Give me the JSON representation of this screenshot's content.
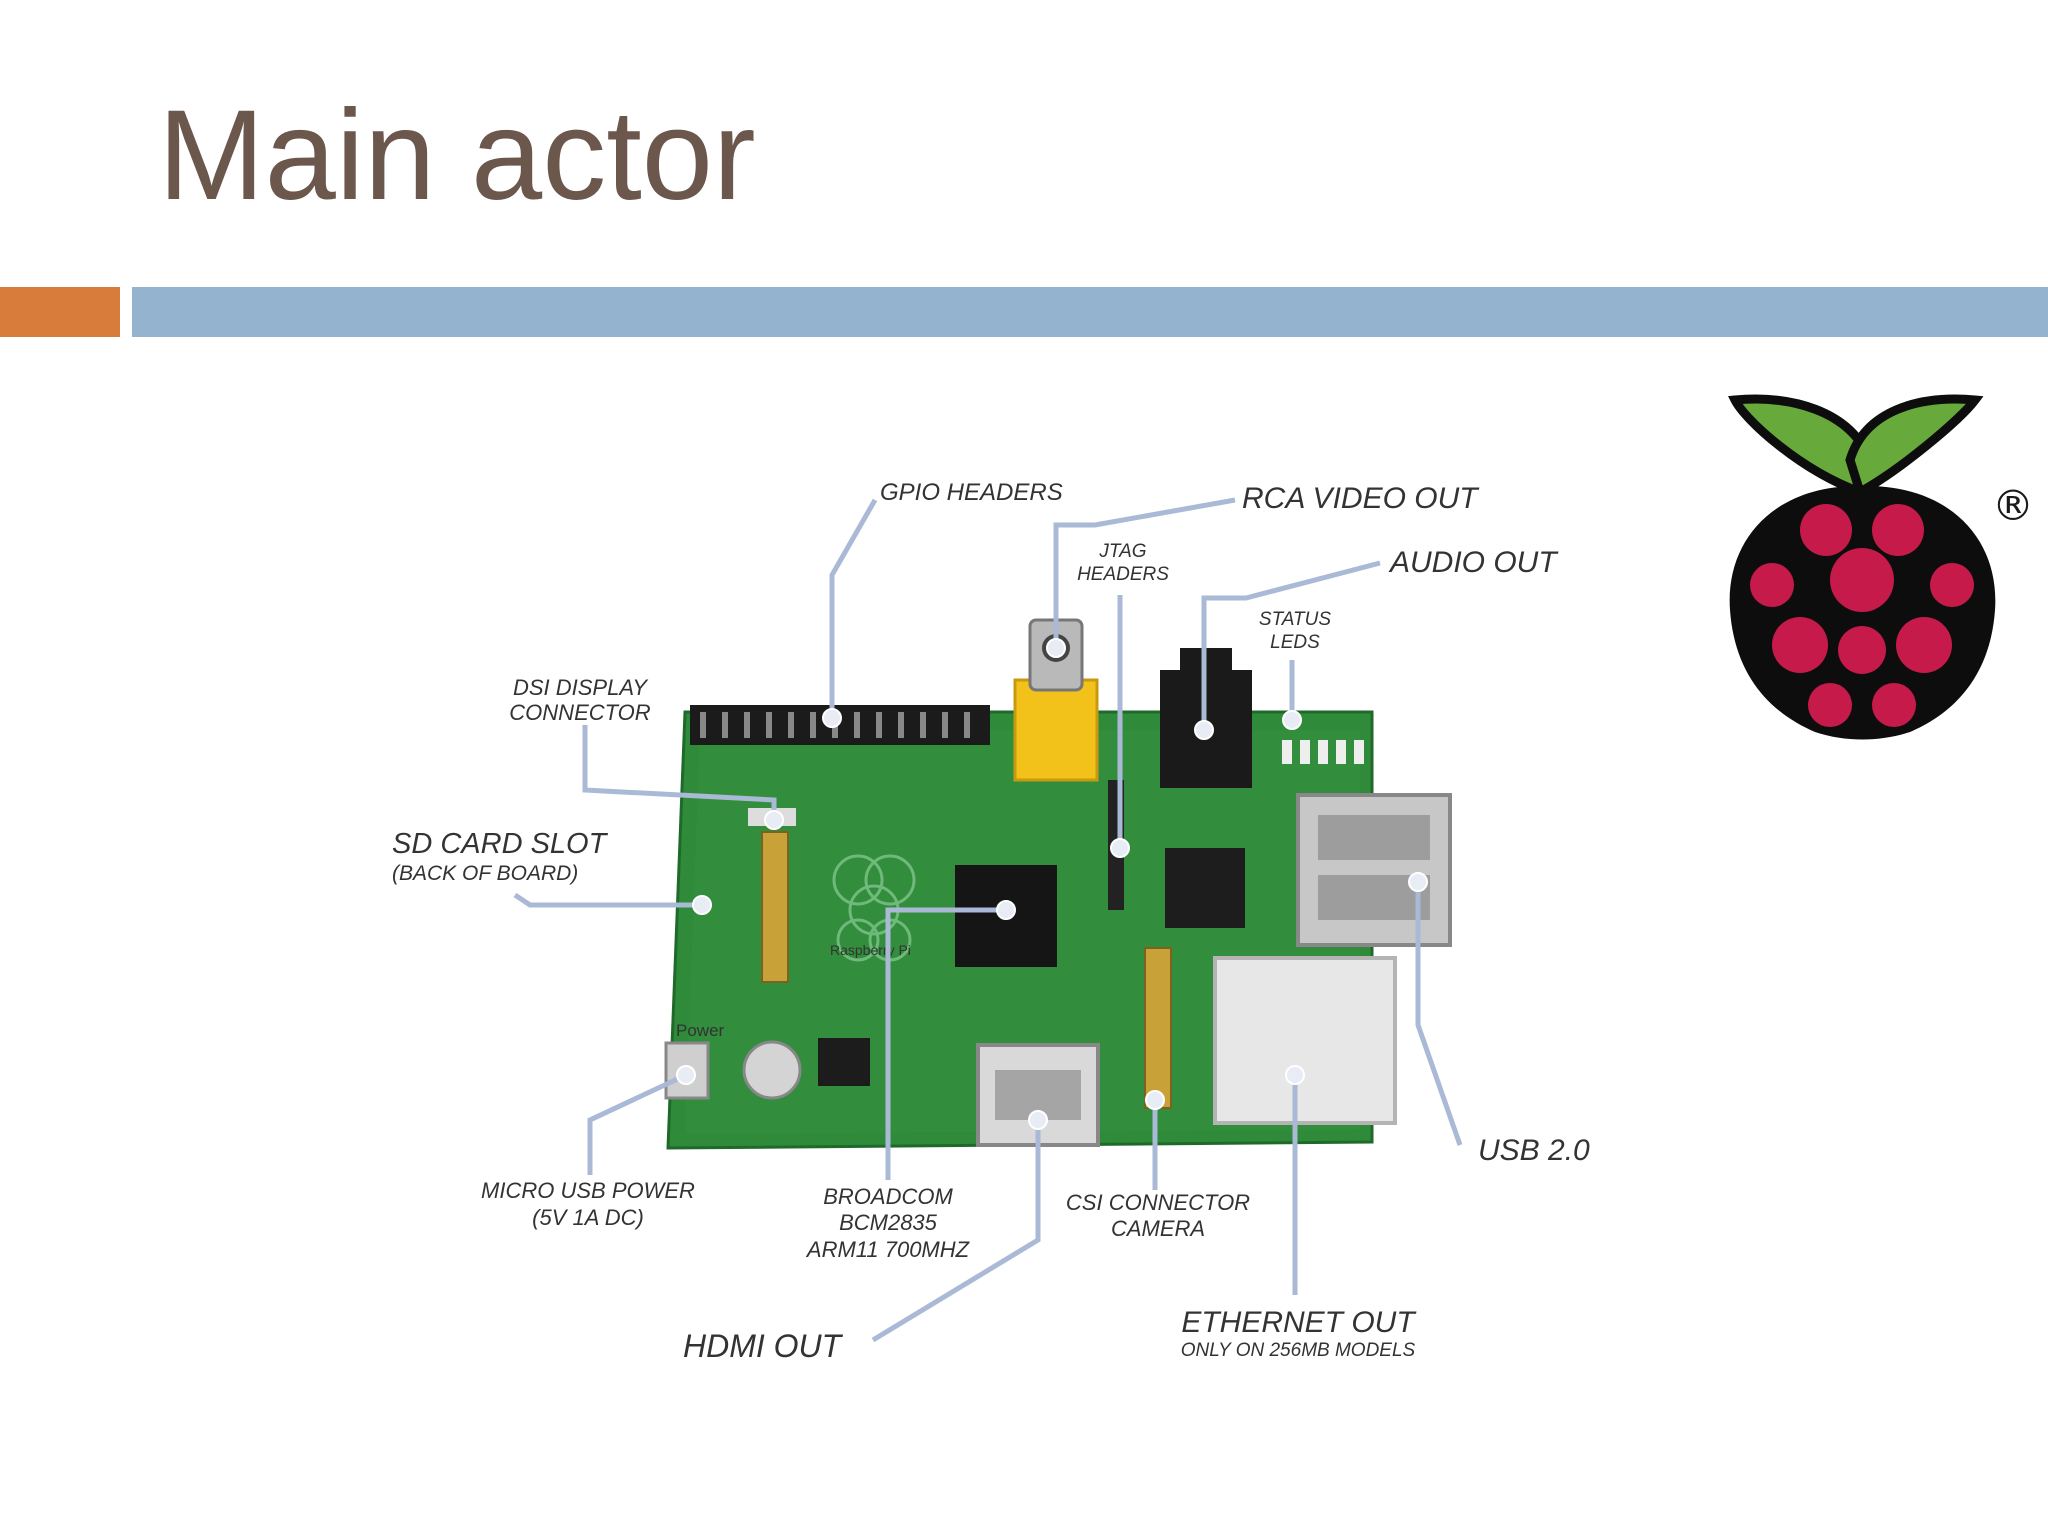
{
  "slide": {
    "title": "Main actor"
  },
  "colors": {
    "title": "#6b574c",
    "accent_orange": "#d77c3a",
    "accent_blue": "#93b3cf",
    "pcb": "#2f8a3a",
    "leader": "#a9b9d6"
  },
  "logo": {
    "name": "raspberry-pi-logo-icon",
    "registered_mark": "®"
  },
  "board": {
    "silkscreen_model": "Raspberry Pi",
    "power_silk": "Power"
  },
  "labels": {
    "gpio": "GPIO HEADERS",
    "rca": "RCA VIDEO OUT",
    "jtag_1": "JTAG",
    "jtag_2": "HEADERS",
    "audio": "AUDIO OUT",
    "status_1": "STATUS",
    "status_2": "LEDS",
    "dsi_1": "DSI DISPLAY",
    "dsi_2": "CONNECTOR",
    "sd_1": "SD CARD SLOT",
    "sd_2": "(BACK OF BOARD)",
    "usb": "USB 2.0",
    "micro_usb_1": "MICRO USB POWER",
    "micro_usb_2": "(5V 1A DC)",
    "broadcom_1": "BROADCOM",
    "broadcom_2": "BCM2835",
    "broadcom_3": "ARM11 700MHZ",
    "csi_1": "CSI CONNECTOR",
    "csi_2": "CAMERA",
    "hdmi": "HDMI OUT",
    "ethernet_1": "ETHERNET OUT",
    "ethernet_2": "ONLY ON 256MB MODELS"
  }
}
